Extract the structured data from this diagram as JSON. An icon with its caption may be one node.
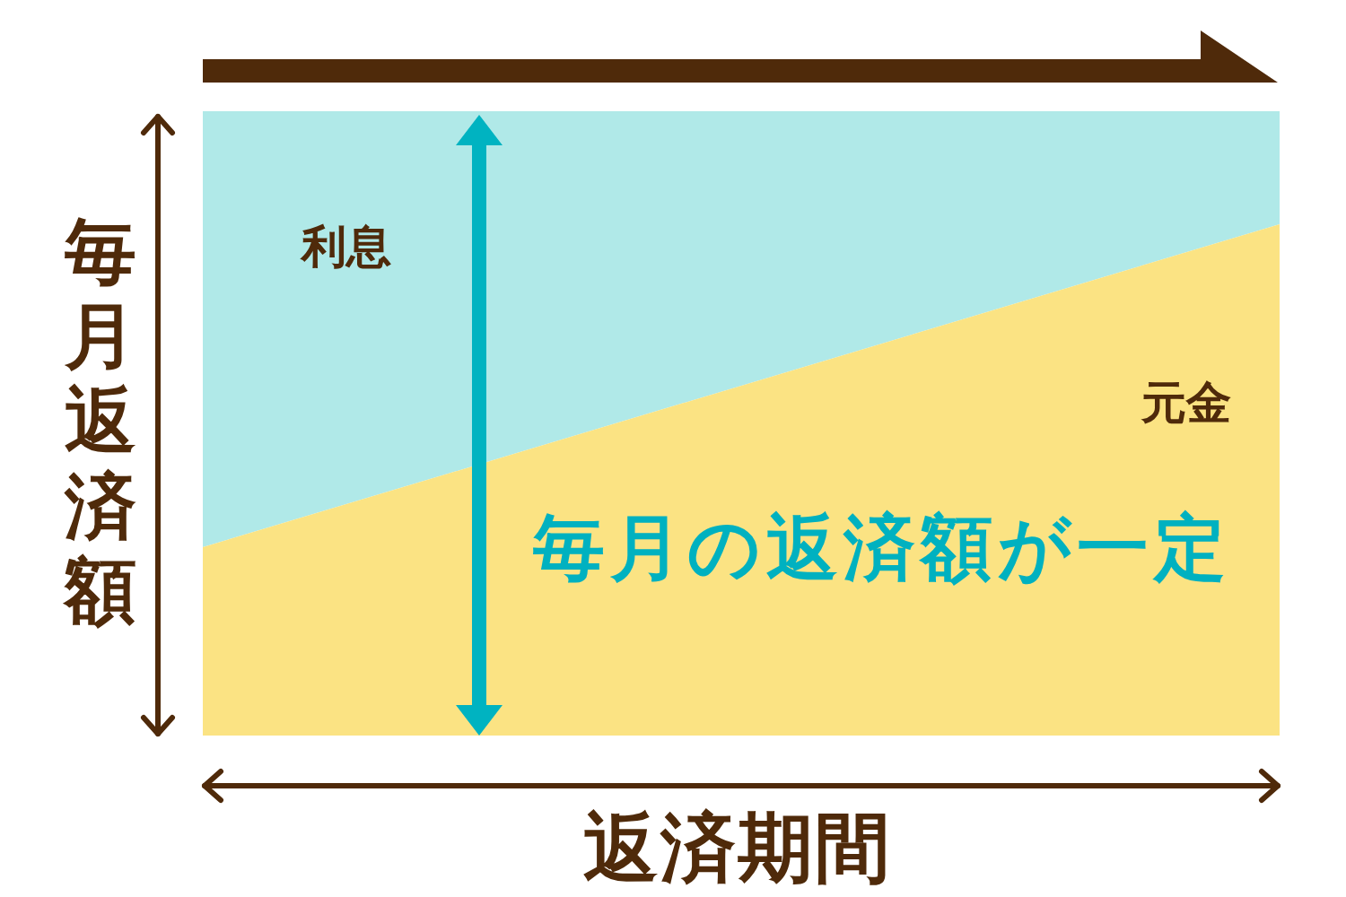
{
  "diagram": {
    "labels": [
      "毎月返済額",
      "利息",
      "元金",
      "毎月の返済額が一定",
      "返済期間"
    ]
  }
}
